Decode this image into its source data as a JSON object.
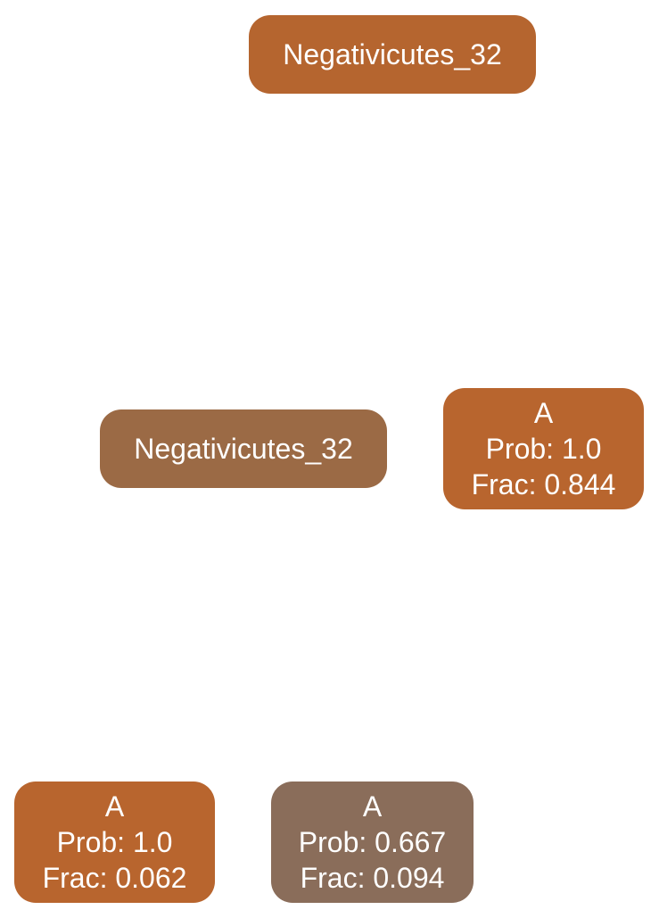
{
  "nodes": {
    "root": {
      "label": "Negativicutes_32",
      "color": "#b5652f"
    },
    "mid": {
      "label": "Negativicutes_32",
      "color": "#9b6a45"
    },
    "leaf_right": {
      "class": "A",
      "prob": "Prob: 1.0",
      "frac": "Frac: 0.844",
      "color": "#b8652e"
    },
    "leaf_left": {
      "class": "A",
      "prob": "Prob: 1.0",
      "frac": "Frac: 0.062",
      "color": "#b8652e"
    },
    "leaf_middle": {
      "class": "A",
      "prob": "Prob: 0.667",
      "frac": "Frac: 0.094",
      "color": "#8a6d5a"
    }
  }
}
